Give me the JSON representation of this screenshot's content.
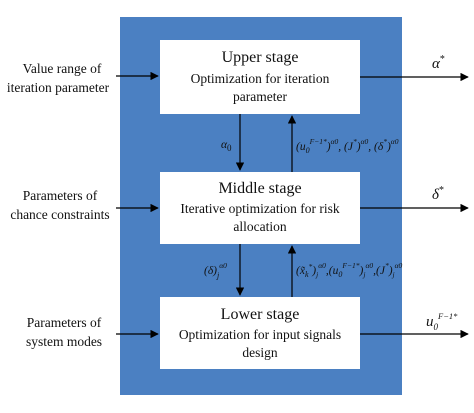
{
  "colors": {
    "panel": "#4b80c2",
    "box": "#ffffff",
    "line": "#000000"
  },
  "stages": {
    "upper": {
      "title": "Upper stage",
      "line1": "Optimization for iteration",
      "line2": "parameter"
    },
    "middle": {
      "title": "Middle stage",
      "line1": "Iterative optimization for risk",
      "line2": "allocation"
    },
    "lower": {
      "title": "Lower stage",
      "line1": "Optimization for input signals",
      "line2": "design"
    }
  },
  "inputs": {
    "upper": {
      "line1": "Value range of",
      "line2": "iteration parameter"
    },
    "middle": {
      "line1": "Parameters of",
      "line2": "chance constraints"
    },
    "lower": {
      "line1": "Parameters of",
      "line2": "system modes"
    }
  },
  "outputs": {
    "upper": "α*",
    "middle": "δ*",
    "lower": "u0^(F−1*)"
  },
  "links": {
    "upper_to_middle": "α0",
    "middle_to_upper": "(u0^(F−1*))^α0, (J*)^α0, (δ*)^α0",
    "middle_to_lower": "(δ)j^α0",
    "lower_to_middle": "(x̃k^*)j^α0, (u0^(F−1*))j^α0, (J*)j^α0"
  }
}
